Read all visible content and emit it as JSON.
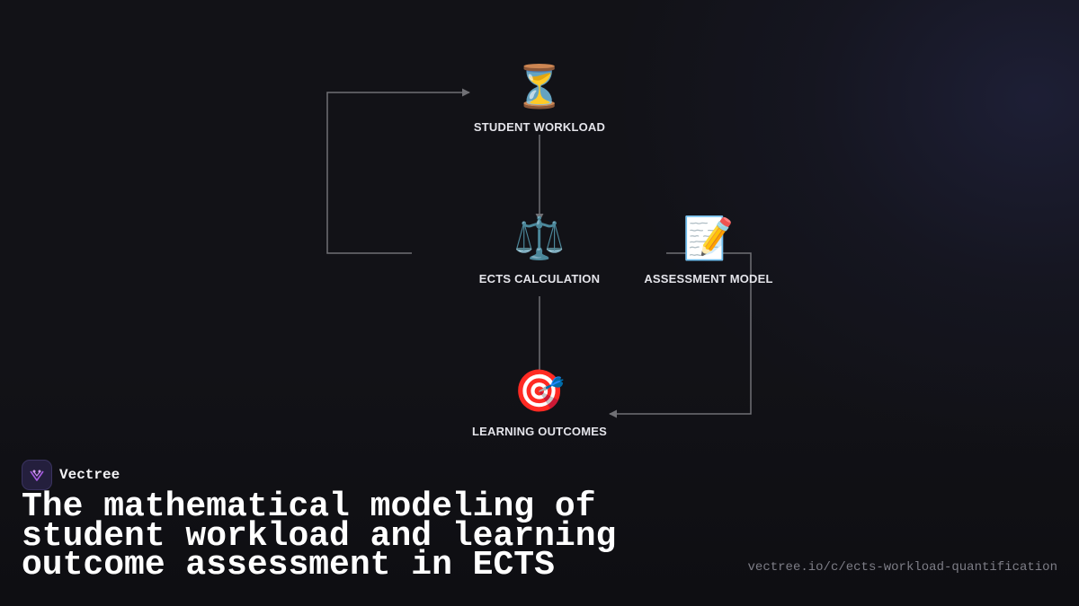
{
  "diagram": {
    "nodes": [
      {
        "id": "workload",
        "label": "STUDENT WORKLOAD",
        "icon": "hourglass-icon",
        "glyph": "⏳"
      },
      {
        "id": "ects",
        "label": "ECTS CALCULATION",
        "icon": "balance-scale-icon",
        "glyph": "⚖️"
      },
      {
        "id": "assessment",
        "label": "ASSESSMENT MODEL",
        "icon": "memo-icon",
        "glyph": "📝"
      },
      {
        "id": "outcomes",
        "label": "LEARNING OUTCOMES",
        "icon": "direct-hit-target-icon",
        "glyph": "🎯"
      }
    ],
    "edges": [
      {
        "from": "workload",
        "to": "ects"
      },
      {
        "from": "ects",
        "to": "outcomes"
      },
      {
        "from": "assessment",
        "to": "outcomes"
      },
      {
        "from": "ects",
        "to": "workload"
      }
    ]
  },
  "brand": {
    "name": "Vectree",
    "logo_icon": "vectree-logo-icon"
  },
  "title": "The mathematical modeling of student workload and learning outcome assessment in ECTS",
  "url": "vectree.io/c/ects-workload-quantification",
  "colors": {
    "background": "#121217",
    "connector": "#707075",
    "label": "#e4e4ea",
    "title": "#ffffff",
    "url": "#7d7d86",
    "brand_accent": "#a65be0"
  }
}
